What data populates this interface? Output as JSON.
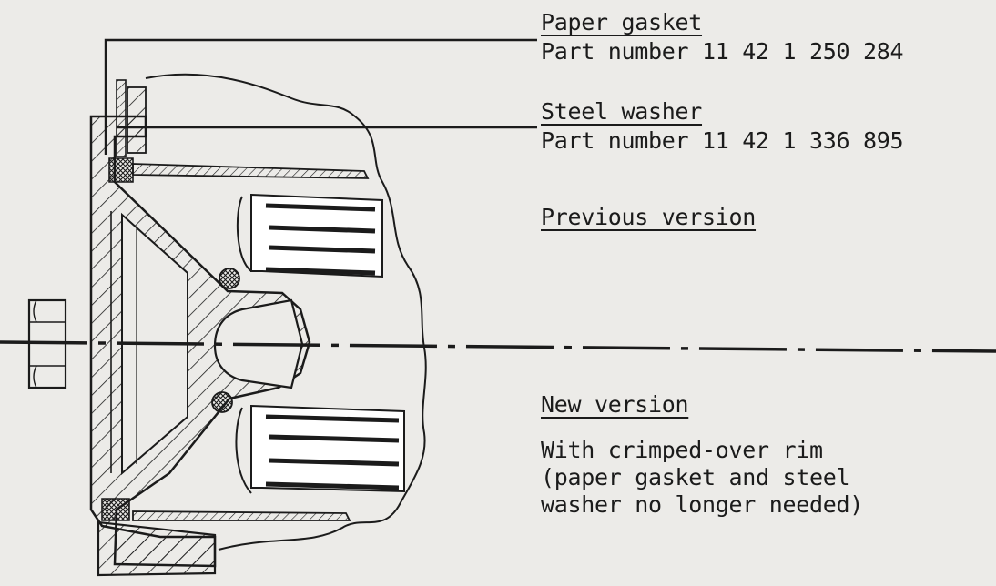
{
  "callouts": {
    "paper_gasket": {
      "name": "Paper gasket",
      "part_number": "Part number 11 42 1 250 284"
    },
    "steel_washer": {
      "name": "Steel washer",
      "part_number": "Part number 11 42 1 336 895"
    }
  },
  "previous_version": {
    "heading": "Previous version"
  },
  "new_version": {
    "heading": "New version",
    "description": [
      "With crimped-over rim",
      "(paper gasket and steel",
      "washer no longer needed)"
    ]
  },
  "colors": {
    "ink": "#1b1b1b",
    "paper": "#ecebe8",
    "fill": "#ffffff"
  }
}
